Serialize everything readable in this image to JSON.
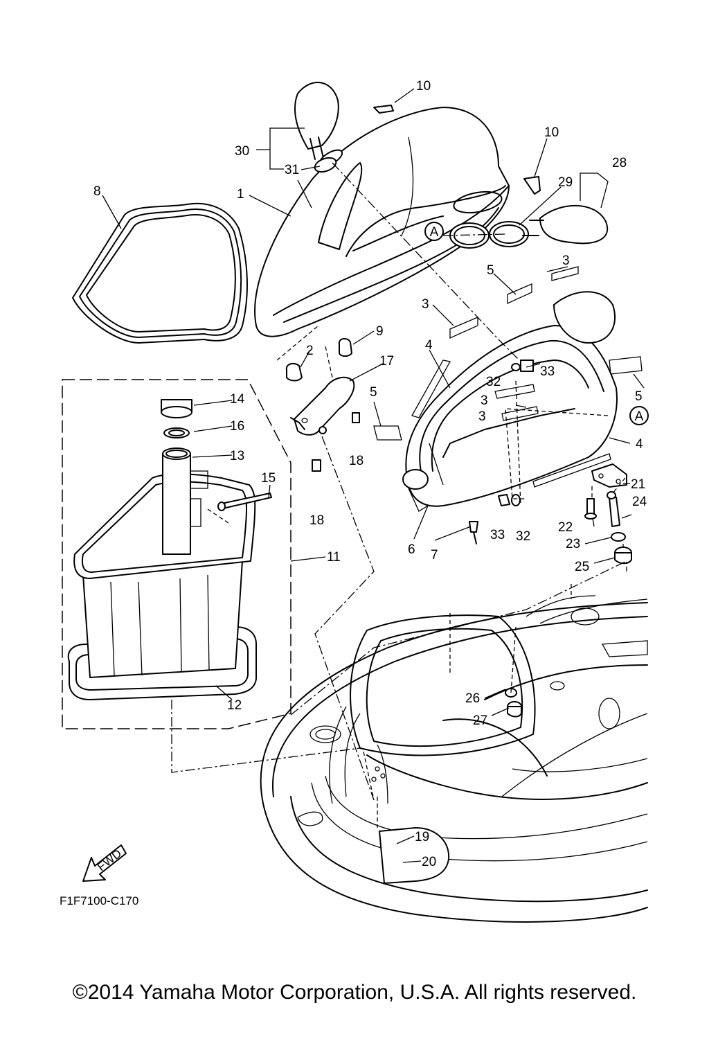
{
  "diagram": {
    "figure_code": "F1F7100-C170",
    "fwd_label": "FWD",
    "ref_marker": "A",
    "part_labels": {
      "p1": "1",
      "p2": "2",
      "p3a": "3",
      "p3b": "3",
      "p3c": "3",
      "p3d": "3",
      "p4a": "4",
      "p4b": "4",
      "p5a": "5",
      "p5b": "5",
      "p5c": "5",
      "p6": "6",
      "p7": "7",
      "p8": "8",
      "p9": "9",
      "p10a": "10",
      "p10b": "10",
      "p11": "11",
      "p12": "12",
      "p13": "13",
      "p14": "14",
      "p15": "15",
      "p16": "16",
      "p17": "17",
      "p18a": "18",
      "p18b": "18",
      "p19": "19",
      "p20": "20",
      "p21": "21",
      "p22": "22",
      "p23": "23",
      "p24": "24",
      "p25": "25",
      "p26": "26",
      "p27": "27",
      "p28": "28",
      "p29": "29",
      "p30": "30",
      "p31": "31",
      "p32a": "32",
      "p32b": "32",
      "p33a": "33",
      "p33b": "33"
    }
  },
  "footer": {
    "copyright": "©2014 Yamaha Motor Corporation, U.S.A. All rights reserved."
  }
}
